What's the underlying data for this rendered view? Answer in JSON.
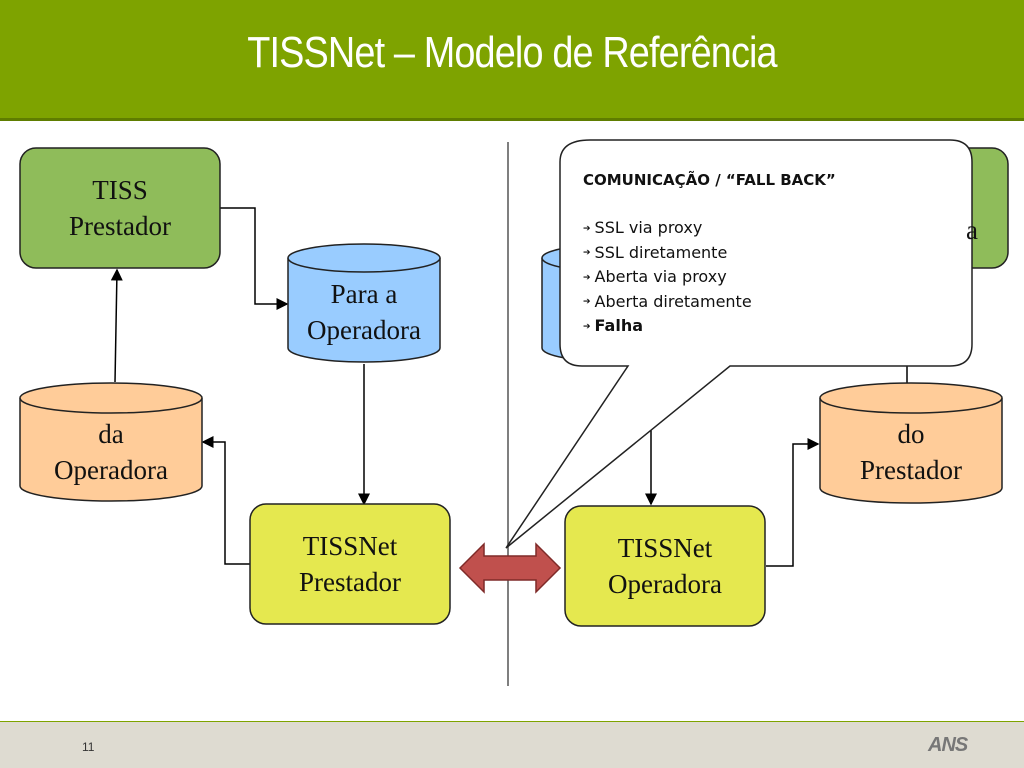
{
  "title": "TISSNet – Modelo de Referência",
  "page_number": "11",
  "logo_text": "ANS",
  "nodes": {
    "tiss_prestador": [
      "TISS",
      "Prestador"
    ],
    "para_operadora": [
      "Para a",
      "Operadora"
    ],
    "da_operadora": [
      "da",
      "Operadora"
    ],
    "tissnet_prestador": [
      "TISSNet",
      "Prestador"
    ],
    "tissnet_operadora": [
      "TISSNet",
      "Operadora"
    ],
    "do_prestador": [
      "do",
      "Prestador"
    ],
    "tiss_operadora_partial": "a"
  },
  "callout": {
    "title": "COMUNICAÇÃO / “FALL BACK”",
    "items": [
      "SSL via proxy",
      "SSL diretamente",
      "Aberta via proxy",
      "Aberta diretamente",
      "Falha"
    ]
  },
  "colors": {
    "header": "#7ea300",
    "green_box": "#8fbc5a",
    "blue_cylinder": "#99ccff",
    "orange_cylinder": "#ffcc99",
    "yellow_box": "#e5e84f",
    "double_arrow": "#c0504d"
  }
}
